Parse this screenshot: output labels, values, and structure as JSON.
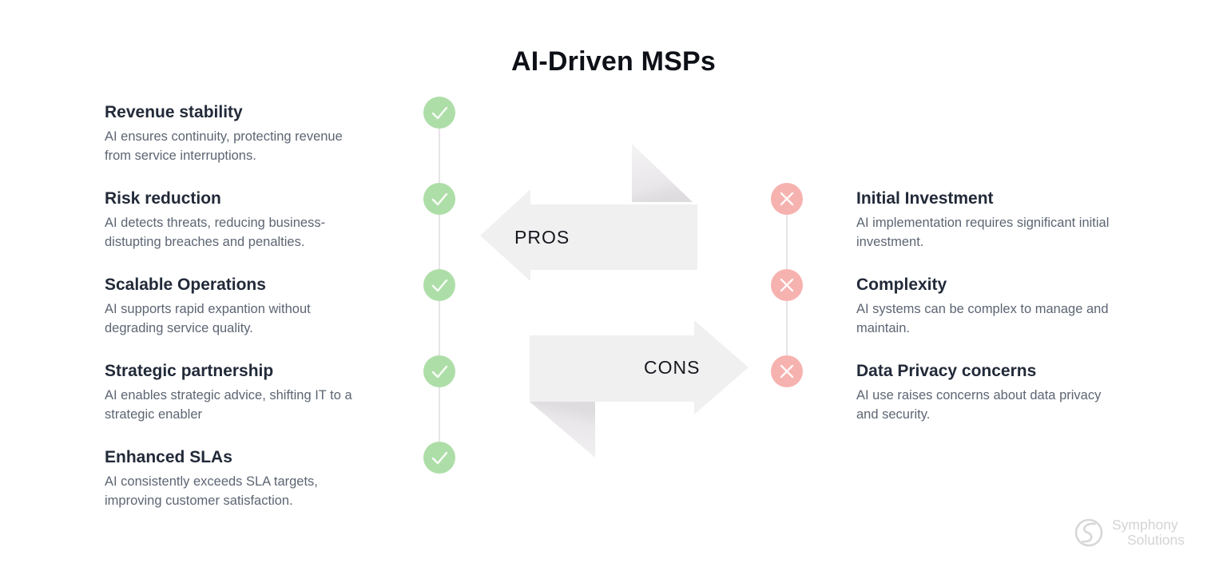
{
  "title": "AI-Driven MSPs",
  "pros": {
    "label": "PROS",
    "icon": "check-icon",
    "items": [
      {
        "title": "Revenue stability",
        "description": "AI ensures continuity, protecting revenue from service interruptions."
      },
      {
        "title": "Risk reduction",
        "description": "AI detects threats, reducing business-distupting breaches and penalties."
      },
      {
        "title": "Scalable Operations",
        "description": "AI supports rapid expantion without degrading service quality."
      },
      {
        "title": "Strategic partnership",
        "description": "AI enables strategic advice, shifting IT to a strategic enabler"
      },
      {
        "title": "Enhanced SLAs",
        "description": "AI consistently exceeds SLA targets, improving customer satisfaction."
      }
    ]
  },
  "cons": {
    "label": "CONS",
    "icon": "x-icon",
    "items": [
      {
        "title": "Initial Investment",
        "description": "AI implementation requires significant initial investment."
      },
      {
        "title": "Complexity",
        "description": "AI systems can be complex to manage and maintain."
      },
      {
        "title": "Data Privacy concerns",
        "description": "AI use raises concerns about data privacy and security."
      }
    ]
  },
  "watermark": {
    "icon": "symphony-swirl-icon",
    "line1": "Symphony",
    "line2": "Solutions"
  },
  "colors": {
    "pro_badge": "#aedea8",
    "con_badge": "#f6b2af",
    "badge_glyph": "#ffffff",
    "connector_line": "#e7e4e7",
    "arrow_fill": "#f1f0f1",
    "arrow_fold_shadow": "#e2e0e2",
    "title_text": "#0d1017",
    "heading_text": "#222a39",
    "body_text": "#5d6573",
    "arrow_label_text": "#15181d",
    "watermark_text": "#d4d4d6"
  }
}
